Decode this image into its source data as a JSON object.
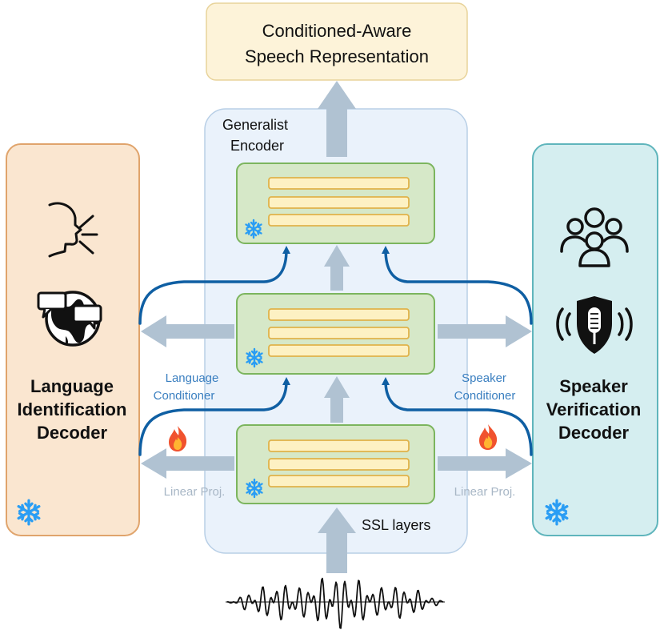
{
  "output_box": {
    "line1": "Conditioned-Aware",
    "line2": "Speech Representation"
  },
  "encoder": {
    "title_line1": "Generalist",
    "title_line2": "Encoder",
    "ssl_label": "SSL layers"
  },
  "left_decoder": {
    "line1": "Language",
    "line2": "Identification",
    "line3": "Decoder"
  },
  "right_decoder": {
    "line1": "Speaker",
    "line2": "Verification",
    "line3": "Decoder"
  },
  "conditioners": {
    "left_line1": "Language",
    "left_line2": "Conditioner",
    "right_line1": "Speaker",
    "right_line2": "Conditioner"
  },
  "projections": {
    "left": "Linear Proj.",
    "right": "Linear Proj."
  },
  "icons": {
    "speaking_head": "speaking-head-icon",
    "globe": "globe-chat-icon",
    "group": "people-group-icon",
    "shield_mic": "shield-microphone-icon",
    "snowflake": "snowflake-icon",
    "fire": "fire-icon",
    "waveform": "audio-waveform-icon"
  },
  "colors": {
    "output_fill": "#fdf3d9",
    "output_stroke": "#e8d39a",
    "encoder_fill": "#eaf2fb",
    "encoder_stroke": "#b8cfe6",
    "left_fill": "#fae6d0",
    "left_stroke": "#e0a46c",
    "right_fill": "#d5eef0",
    "right_stroke": "#5fb5bc",
    "layer_fill": "#d6e8c8",
    "layer_stroke": "#7cb55e",
    "bar_fill": "#fdf1c3",
    "bar_stroke": "#e0b24a",
    "arrow_gray": "#b0c2d2",
    "arrow_blue": "#0f5fa3",
    "snow": "#2a9df4",
    "label_blue": "#3a7fc0",
    "label_gray": "#a8b7c6"
  }
}
